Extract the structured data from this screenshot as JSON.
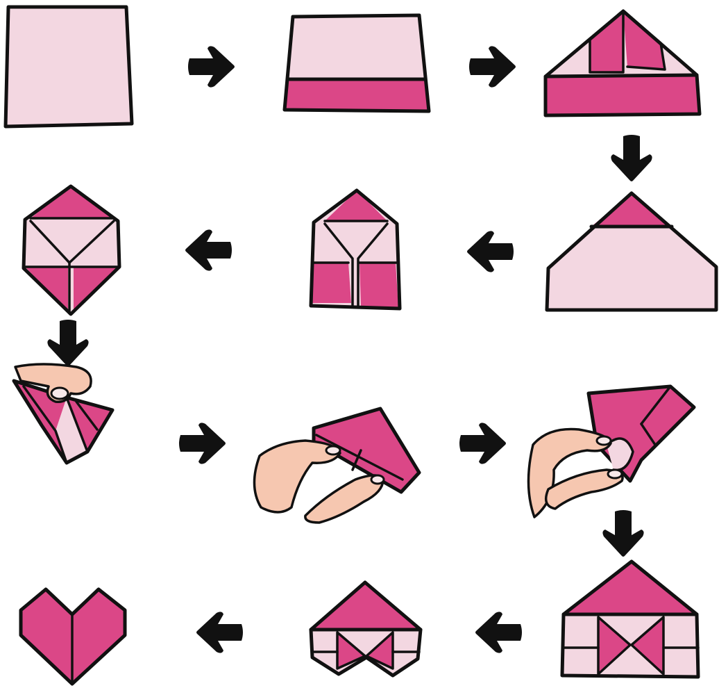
{
  "colors": {
    "light": "#f3d7e1",
    "dark": "#db4787",
    "ink": "#111111",
    "skin": "#f6c7b0",
    "nail": "#f8e9ea",
    "background": "#ffffff"
  },
  "steps": [
    {
      "step": 1,
      "icon": "square-paper"
    },
    {
      "step": 2,
      "icon": "bottom-strip-folded"
    },
    {
      "step": 3,
      "icon": "corners-folded-house"
    },
    {
      "step": 4,
      "icon": "flipped-house"
    },
    {
      "step": 5,
      "icon": "narrow-house"
    },
    {
      "step": 6,
      "icon": "diamond-shape"
    },
    {
      "step": 7,
      "icon": "hand-pinching-point"
    },
    {
      "step": 8,
      "icon": "hand-holding-house"
    },
    {
      "step": 9,
      "icon": "hand-holding-flap"
    },
    {
      "step": 10,
      "icon": "house-with-bow"
    },
    {
      "step": 11,
      "icon": "heart-nearly-done"
    },
    {
      "step": 12,
      "icon": "finished-heart"
    }
  ],
  "arrows": [
    {
      "from": 1,
      "to": 2,
      "direction": "right"
    },
    {
      "from": 2,
      "to": 3,
      "direction": "right"
    },
    {
      "from": 3,
      "to": 4,
      "direction": "down"
    },
    {
      "from": 4,
      "to": 5,
      "direction": "left"
    },
    {
      "from": 5,
      "to": 6,
      "direction": "left"
    },
    {
      "from": 6,
      "to": 7,
      "direction": "down"
    },
    {
      "from": 7,
      "to": 8,
      "direction": "right"
    },
    {
      "from": 8,
      "to": 9,
      "direction": "right"
    },
    {
      "from": 9,
      "to": 10,
      "direction": "down"
    },
    {
      "from": 10,
      "to": 11,
      "direction": "left"
    },
    {
      "from": 11,
      "to": 12,
      "direction": "left"
    }
  ]
}
